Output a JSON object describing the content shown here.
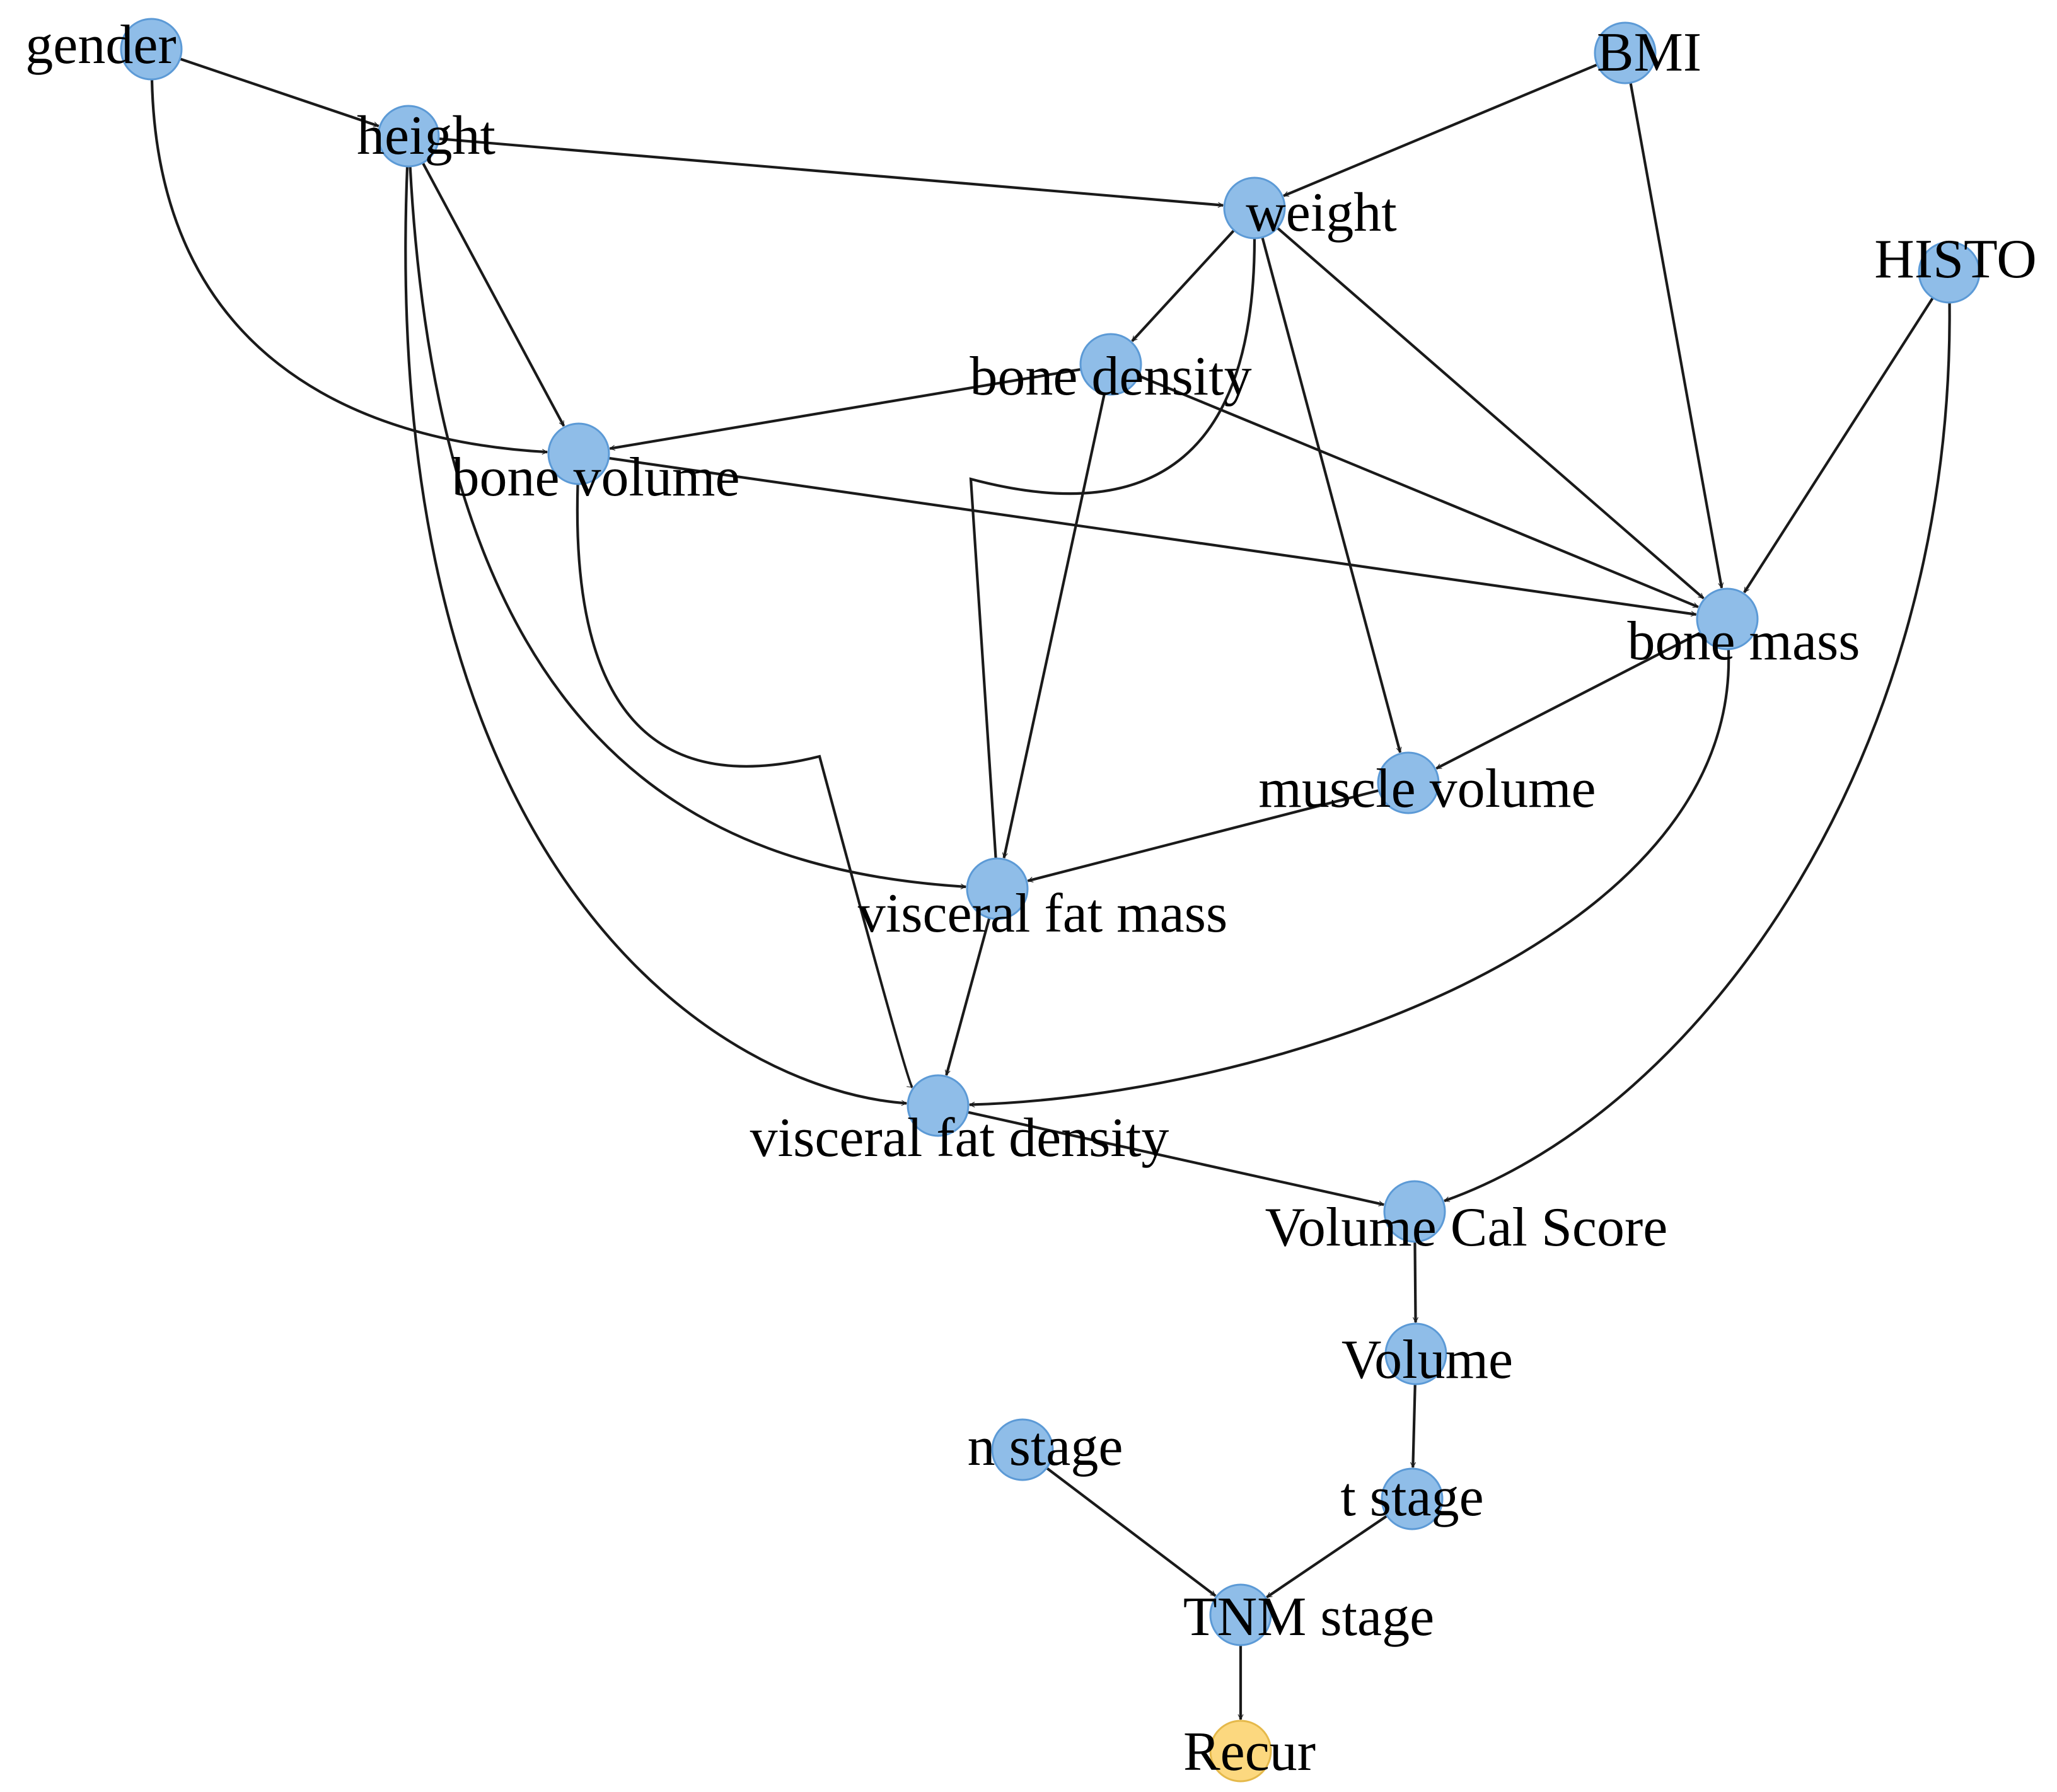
{
  "colors": {
    "node_fill": "#8fbde8",
    "node_stroke": "#5c9ad6",
    "target_fill": "#fcd87f",
    "target_stroke": "#e5b94b",
    "edge": "#1a1a1a"
  },
  "nodes": [
    {
      "id": "gender",
      "label": "gender",
      "type": "feature"
    },
    {
      "id": "height",
      "label": "height",
      "type": "feature"
    },
    {
      "id": "BMI",
      "label": "BMI",
      "type": "feature"
    },
    {
      "id": "weight",
      "label": "weight",
      "type": "feature"
    },
    {
      "id": "HISTO",
      "label": "HISTO",
      "type": "feature"
    },
    {
      "id": "bone_density",
      "label": "bone density",
      "type": "feature"
    },
    {
      "id": "bone_volume",
      "label": "bone volume",
      "type": "feature"
    },
    {
      "id": "bone_mass",
      "label": "bone mass",
      "type": "feature"
    },
    {
      "id": "muscle_volume",
      "label": "muscle volume",
      "type": "feature"
    },
    {
      "id": "visceral_fat_mass",
      "label": "visceral fat mass",
      "type": "feature"
    },
    {
      "id": "visceral_fat_density",
      "label": "visceral fat density",
      "type": "feature"
    },
    {
      "id": "volume_cal_score",
      "label": "Volume Cal Score",
      "type": "feature"
    },
    {
      "id": "volume",
      "label": "Volume",
      "type": "feature"
    },
    {
      "id": "n_stage",
      "label": "n stage",
      "type": "feature"
    },
    {
      "id": "t_stage",
      "label": "t stage",
      "type": "feature"
    },
    {
      "id": "tnm_stage",
      "label": "TNM stage",
      "type": "feature"
    },
    {
      "id": "recur",
      "label": "Recur",
      "type": "target"
    }
  ],
  "edges": [
    {
      "from": "gender",
      "to": "height"
    },
    {
      "from": "gender",
      "to": "bone_volume"
    },
    {
      "from": "height",
      "to": "weight"
    },
    {
      "from": "height",
      "to": "bone_volume"
    },
    {
      "from": "height",
      "to": "visceral_fat_mass"
    },
    {
      "from": "height",
      "to": "visceral_fat_density"
    },
    {
      "from": "BMI",
      "to": "weight"
    },
    {
      "from": "BMI",
      "to": "bone_mass"
    },
    {
      "from": "weight",
      "to": "bone_density"
    },
    {
      "from": "weight",
      "to": "bone_mass"
    },
    {
      "from": "weight",
      "to": "muscle_volume"
    },
    {
      "from": "weight",
      "to": "visceral_fat_mass"
    },
    {
      "from": "HISTO",
      "to": "bone_mass"
    },
    {
      "from": "HISTO",
      "to": "volume_cal_score"
    },
    {
      "from": "bone_density",
      "to": "bone_volume"
    },
    {
      "from": "bone_density",
      "to": "bone_mass"
    },
    {
      "from": "bone_density",
      "to": "visceral_fat_mass"
    },
    {
      "from": "bone_volume",
      "to": "bone_mass"
    },
    {
      "from": "bone_volume",
      "to": "visceral_fat_density"
    },
    {
      "from": "bone_mass",
      "to": "muscle_volume"
    },
    {
      "from": "bone_mass",
      "to": "visceral_fat_density"
    },
    {
      "from": "muscle_volume",
      "to": "visceral_fat_mass"
    },
    {
      "from": "visceral_fat_mass",
      "to": "visceral_fat_density"
    },
    {
      "from": "visceral_fat_density",
      "to": "volume_cal_score"
    },
    {
      "from": "volume_cal_score",
      "to": "volume"
    },
    {
      "from": "volume",
      "to": "t_stage"
    },
    {
      "from": "n_stage",
      "to": "tnm_stage"
    },
    {
      "from": "t_stage",
      "to": "tnm_stage"
    },
    {
      "from": "tnm_stage",
      "to": "recur"
    }
  ]
}
